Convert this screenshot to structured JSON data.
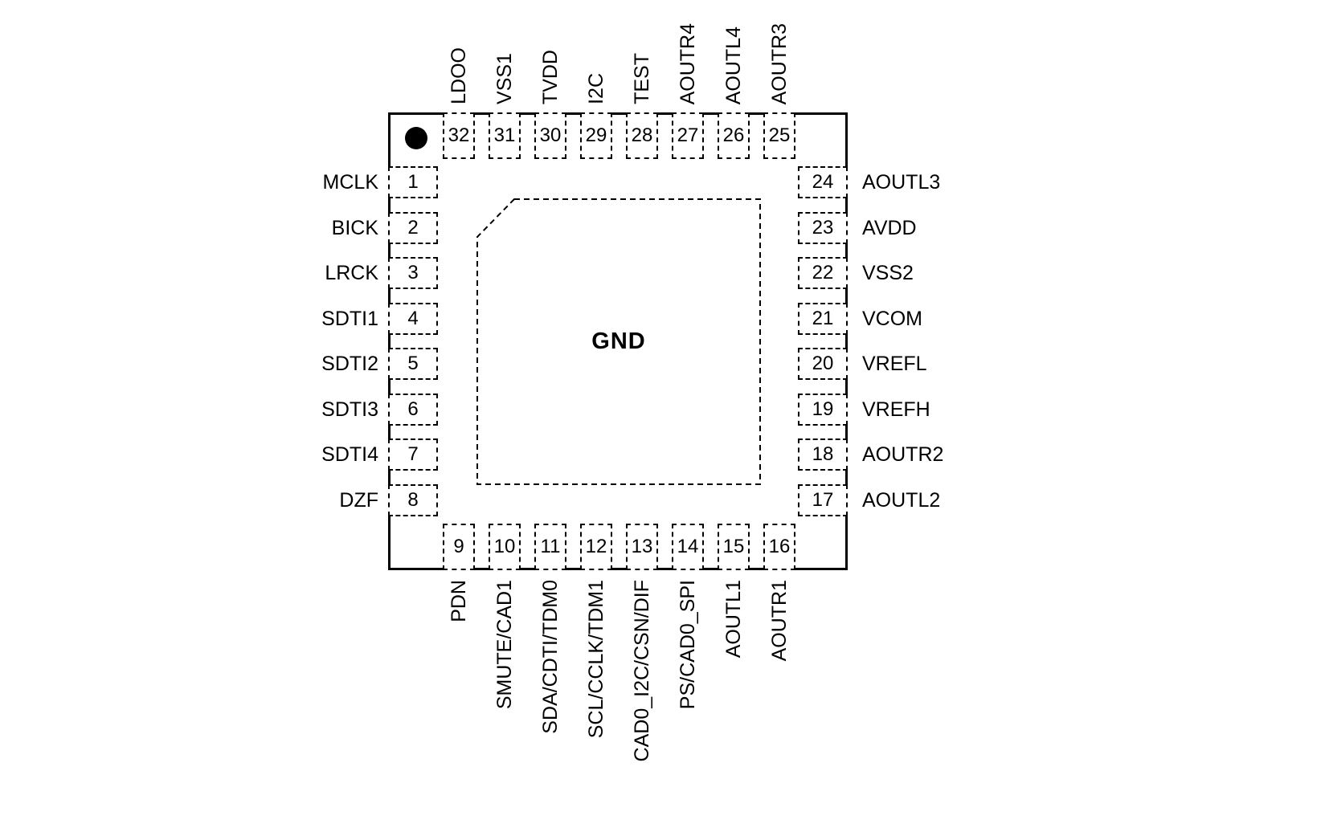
{
  "chip": {
    "center_label": "GND",
    "colors": {
      "line": "#000000",
      "background": "#ffffff"
    },
    "pins": {
      "top": [
        {
          "number": "32",
          "label": "LDOO"
        },
        {
          "number": "31",
          "label": "VSS1"
        },
        {
          "number": "30",
          "label": "TVDD"
        },
        {
          "number": "29",
          "label": "I2C"
        },
        {
          "number": "28",
          "label": "TEST"
        },
        {
          "number": "27",
          "label": "AOUTR4"
        },
        {
          "number": "26",
          "label": "AOUTL4"
        },
        {
          "number": "25",
          "label": "AOUTR3"
        }
      ],
      "left": [
        {
          "number": "1",
          "label": "MCLK"
        },
        {
          "number": "2",
          "label": "BICK"
        },
        {
          "number": "3",
          "label": "LRCK"
        },
        {
          "number": "4",
          "label": "SDTI1"
        },
        {
          "number": "5",
          "label": "SDTI2"
        },
        {
          "number": "6",
          "label": "SDTI3"
        },
        {
          "number": "7",
          "label": "SDTI4"
        },
        {
          "number": "8",
          "label": "DZF"
        }
      ],
      "right": [
        {
          "number": "24",
          "label": "AOUTL3"
        },
        {
          "number": "23",
          "label": "AVDD"
        },
        {
          "number": "22",
          "label": "VSS2"
        },
        {
          "number": "21",
          "label": "VCOM"
        },
        {
          "number": "20",
          "label": "VREFL"
        },
        {
          "number": "19",
          "label": "VREFH"
        },
        {
          "number": "18",
          "label": "AOUTR2"
        },
        {
          "number": "17",
          "label": "AOUTL2"
        }
      ],
      "bottom": [
        {
          "number": "9",
          "label": "PDN"
        },
        {
          "number": "10",
          "label": "SMUTE/CAD1"
        },
        {
          "number": "11",
          "label": "SDA/CDTI/TDM0"
        },
        {
          "number": "12",
          "label": "SCL/CCLK/TDM1"
        },
        {
          "number": "13",
          "label": "CAD0_I2C/CSN/DIF"
        },
        {
          "number": "14",
          "label": "PS/CAD0_SPI"
        },
        {
          "number": "15",
          "label": "AOUTL1"
        },
        {
          "number": "16",
          "label": "AOUTR1"
        }
      ]
    }
  }
}
